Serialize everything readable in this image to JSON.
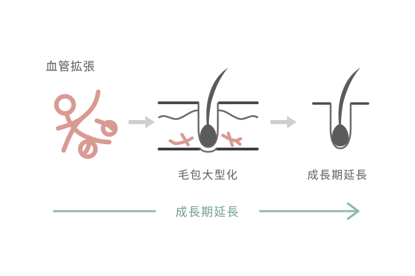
{
  "diagram": {
    "title": "血管拡張",
    "background_color": "#ffffff",
    "vessel_color": "#d89a91",
    "follicle_color": "#5b5b5b",
    "skin_line_color": "#444444",
    "arrow_color": "#cfcfcf",
    "accent_color": "#8fb8b0",
    "text_color": "#5e5e5e",
    "accent_text_color": "#6f9e96"
  },
  "steps": [
    {
      "id": "step-vasodilation",
      "label": "",
      "icon": "blood-vessel-network-icon"
    },
    {
      "id": "step-follicle-enlargement",
      "label": "毛包大型化",
      "icon": "hair-follicle-with-capillaries-icon"
    },
    {
      "id": "step-anagen-extension",
      "label": "成長期延長",
      "icon": "hair-follicle-icon"
    }
  ],
  "connectors": {
    "arrow_1": "arrow-right-icon",
    "arrow_2": "arrow-right-icon",
    "bottom_arrow": "long-arrow-right-icon"
  },
  "bottom_banner": {
    "label": "成長期延長"
  }
}
